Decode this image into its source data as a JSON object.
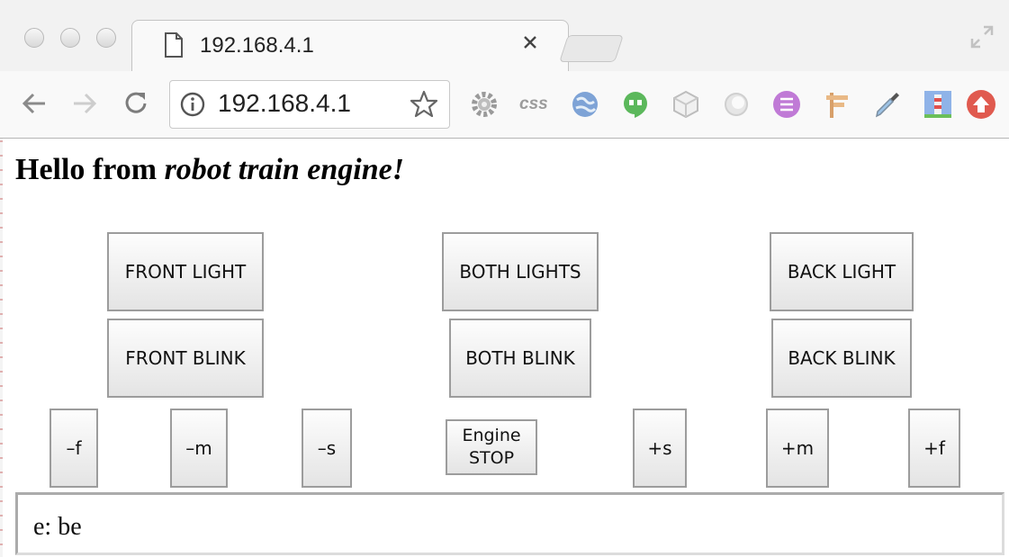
{
  "browser": {
    "tab_title": "192.168.4.1",
    "tab_close": "×",
    "address": "192.168.4.1",
    "extensions": [
      "gear-icon",
      "css-icon",
      "globe-icon",
      "hangouts-icon",
      "cube-icon",
      "circle-icon",
      "list-icon",
      "signpost-icon",
      "eyedropper-icon",
      "lighthouse-icon",
      "upload-icon"
    ]
  },
  "page": {
    "heading_plain": "Hello from ",
    "heading_italic": "robot train engine!",
    "buttons": {
      "front_light": "FRONT LIGHT",
      "both_lights": "BOTH LIGHTS",
      "back_light": "BACK LIGHT",
      "front_blink": "FRONT BLINK",
      "both_blink": "BOTH BLINK",
      "back_blink": "BACK BLINK",
      "minus_f": "–f",
      "minus_m": "–m",
      "minus_s": "–s",
      "stop_line1": "Engine",
      "stop_line2": "STOP",
      "plus_s": "+s",
      "plus_m": "+m",
      "plus_f": "+f"
    },
    "log_value": "e: be"
  }
}
